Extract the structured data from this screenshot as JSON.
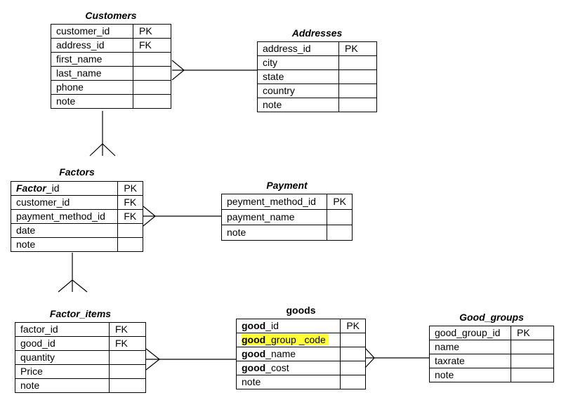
{
  "customers": {
    "title": "Customers",
    "rows": [
      {
        "field": "customer_id",
        "key": "PK"
      },
      {
        "field": "address_id",
        "key": "FK"
      },
      {
        "field": "first_name",
        "key": ""
      },
      {
        "field": "last_name",
        "key": ""
      },
      {
        "field": "phone",
        "key": ""
      },
      {
        "field": "note",
        "key": ""
      }
    ]
  },
  "addresses": {
    "title": "Addresses",
    "rows": [
      {
        "field": "address_id",
        "key": "PK"
      },
      {
        "field": "city",
        "key": ""
      },
      {
        "field": "state",
        "key": ""
      },
      {
        "field": "country",
        "key": ""
      },
      {
        "field": "note",
        "key": ""
      }
    ]
  },
  "factors": {
    "title": "Factors",
    "factor_prefix": "Factor",
    "factor_suffix": "_id",
    "rows": [
      {
        "field": "Factor_id",
        "key": "PK"
      },
      {
        "field": "customer_id",
        "key": "FK"
      },
      {
        "field": "payment_method_id",
        "key": "FK"
      },
      {
        "field": "date",
        "key": ""
      },
      {
        "field": "note",
        "key": ""
      }
    ]
  },
  "payment": {
    "title": "Payment",
    "rows": [
      {
        "field": "peyment_method_id",
        "key": "PK"
      },
      {
        "field": "payment_name",
        "key": ""
      },
      {
        "field": "note",
        "key": ""
      }
    ]
  },
  "factor_items": {
    "title": "Factor_items",
    "rows": [
      {
        "field": "factor_id",
        "key": "FK"
      },
      {
        "field": "good_id",
        "key": "FK"
      },
      {
        "field": "quantity",
        "key": ""
      },
      {
        "field": "Price",
        "key": ""
      },
      {
        "field": "note",
        "key": ""
      }
    ]
  },
  "goods": {
    "title": "goods",
    "rows": [
      {
        "bold": "good",
        "rest": "_id",
        "key": "PK"
      },
      {
        "bold": "good",
        "rest": "_group _code",
        "key": ""
      },
      {
        "bold": "good",
        "rest": "_name",
        "key": ""
      },
      {
        "bold": "good",
        "rest": "_cost",
        "key": ""
      },
      {
        "bold": "",
        "rest": "note",
        "key": ""
      }
    ],
    "highlight_color": "#ffff33"
  },
  "good_groups": {
    "title": "Good_groups",
    "rows": [
      {
        "field": "good_group_id",
        "key": "PK"
      },
      {
        "field": "name",
        "key": ""
      },
      {
        "field": "taxrate",
        "key": ""
      },
      {
        "field": "note",
        "key": ""
      }
    ]
  },
  "relationships": [
    {
      "from": "Customers",
      "to": "Addresses",
      "notation": "crow-foot"
    },
    {
      "from": "Customers",
      "to": "Factors",
      "notation": "crow-foot"
    },
    {
      "from": "Factors",
      "to": "Payment",
      "notation": "crow-foot"
    },
    {
      "from": "Factors",
      "to": "Factor_items",
      "notation": "crow-foot"
    },
    {
      "from": "Factor_items",
      "to": "goods",
      "notation": "crow-foot"
    },
    {
      "from": "goods",
      "to": "Good_groups",
      "notation": "crow-foot"
    }
  ]
}
